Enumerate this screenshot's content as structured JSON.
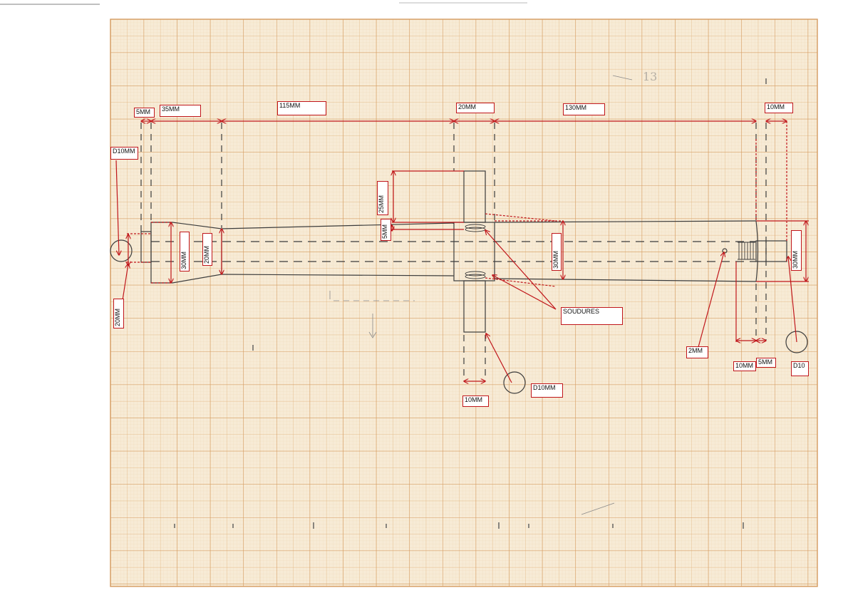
{
  "drawing": {
    "page_number": "13",
    "colors": {
      "paper": "#f5e7cf",
      "grid_fine": "#e8c9a0",
      "grid_major": "#d9a36c",
      "pencil": "#3c3c3c",
      "annotation": "#c0161b"
    },
    "dimensions": {
      "len_5mm_left": "5MM",
      "len_35mm": "35MM",
      "len_115mm": "115MM",
      "len_20mm_top": "20MM",
      "len_130mm": "130MM",
      "len_10mm_top_right": "10MM",
      "dia_d10mm_left": "D10MM",
      "height_25mm": "25MM",
      "height_5mm": "5MM",
      "height_30mm_left": "30MM",
      "height_20mm_taper": "20MM",
      "height_30mm_center": "30MM",
      "height_30mm_right": "30MM",
      "height_20mm_left_tip": "20MM",
      "welds": "SOUDURES",
      "hole_2mm": "2MM",
      "len_10mm_bottom_right": "10MM",
      "len_5mm_bottom_right": "5MM",
      "dia_d10_right": "D10",
      "dia_d10mm_bottom": "D10MM",
      "len_10mm_bottom": "10MM"
    }
  }
}
